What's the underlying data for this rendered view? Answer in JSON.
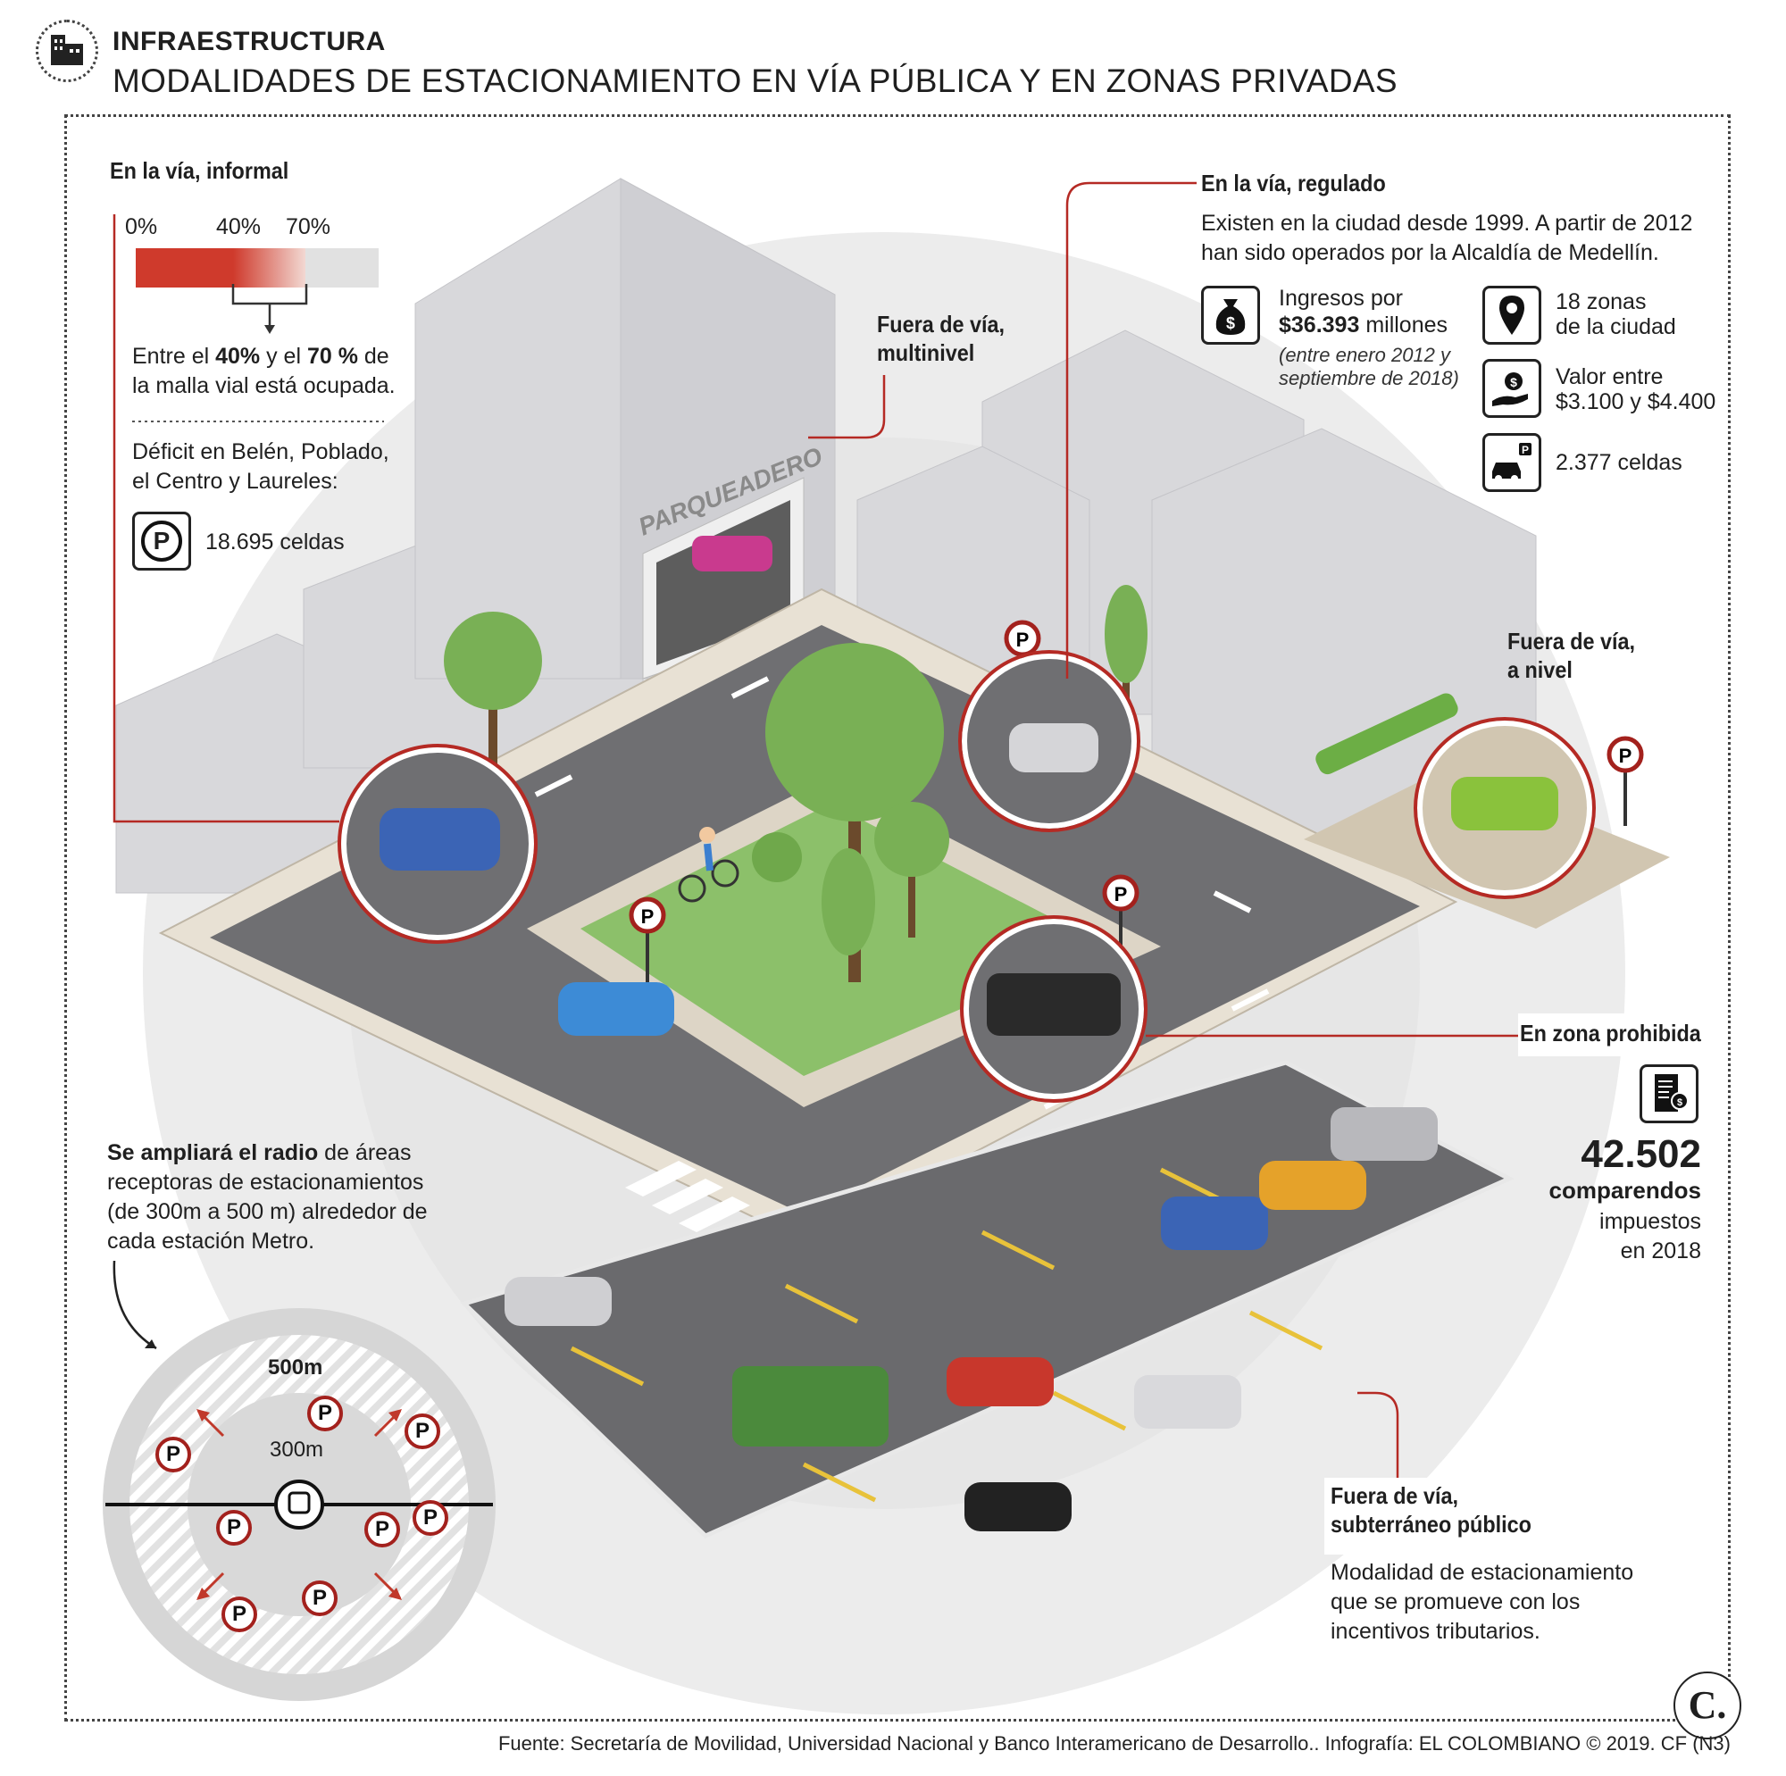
{
  "header": {
    "kicker": "INFRAESTRUCTURA",
    "title": "MODALIDADES DE ESTACIONAMIENTO EN VÍA PÚBLICA Y EN ZONAS PRIVADAS",
    "icon": "building-icon"
  },
  "informal": {
    "heading": "En la vía, informal",
    "scale_labels": [
      "0%",
      "40%",
      "70%"
    ],
    "occupied_min_percent": 40,
    "occupied_max_percent": 70,
    "desc_a": "Entre el ",
    "desc_b": "40%",
    "desc_c": " y el ",
    "desc_d": "70 %",
    "desc_e": " de",
    "desc_line2": "la malla vial está ocupada.",
    "deficit_line1": "Déficit en Belén, Poblado,",
    "deficit_line2": "el Centro y Laureles:",
    "p_symbol": "P",
    "cells": "18.695 celdas"
  },
  "multinivel": {
    "heading_line1": "Fuera de vía,",
    "heading_line2": "multinivel",
    "sign": "PARQUEADERO"
  },
  "regulado": {
    "heading": "En la vía, regulado",
    "desc_line1": "Existen en la ciudad desde 1999. A partir de 2012",
    "desc_line2": "han sido operados por la Alcaldía de Medellín.",
    "income_line1": "Ingresos por",
    "income_value": "$36.393",
    "income_unit": " millones",
    "income_note1": "(entre enero 2012 y",
    "income_note2": "septiembre de 2018)",
    "zones_line1": "18 zonas",
    "zones_line2": "de la ciudad",
    "value_line1": "Valor entre",
    "value_line2": "$3.100 y $4.400",
    "cells": "2.377 celdas",
    "icons": [
      "money-bag-icon",
      "location-pin-icon",
      "coin-hand-icon",
      "car-parking-icon"
    ]
  },
  "nivel": {
    "heading_line1": "Fuera de vía,",
    "heading_line2": "a nivel"
  },
  "prohibida": {
    "heading": "En zona prohibida",
    "count": "42.502",
    "label": "comparendos",
    "line2": "impuestos",
    "line3": "en 2018",
    "icon": "ticket-icon"
  },
  "radio": {
    "bold": "Se ampliará el radio",
    "rest1": " de áreas",
    "line2": "receptoras de estacionamientos",
    "line3": "(de 300m a 500 m) alrededor de",
    "line4": "cada estación Metro.",
    "outer_label": "500m",
    "inner_label": "300m",
    "p_symbol": "P"
  },
  "subterraneo": {
    "heading_line1": "Fuera de vía,",
    "heading_line2": "subterráneo público",
    "desc_line1": "Modalidad de estacionamiento",
    "desc_line2": "que se promueve con los",
    "desc_line3": "incentivos tributarios."
  },
  "brand": {
    "logo_letter": "C."
  },
  "footer": {
    "source": "Fuente: Secretaría de Movilidad, Universidad Nacional y Banco Interamericano de Desarrollo.. Infografía: EL COLOMBIANO © 2019. CF (N3)"
  },
  "colors": {
    "accent_red": "#c0392b",
    "ring_red": "#a3211d",
    "road": "#7a7a7a",
    "grass": "#8cc06a",
    "building": "#d9d9dc"
  }
}
